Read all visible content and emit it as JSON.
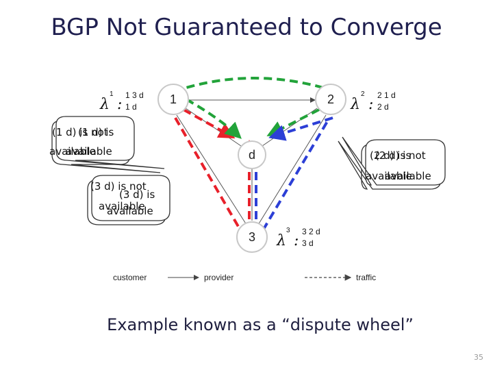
{
  "title": "BGP Not Guaranteed to Converge",
  "caption": "Example known as a “dispute wheel”",
  "page_number": "35",
  "nodes": {
    "n1": "1",
    "n2": "2",
    "n3": "3",
    "d": "d"
  },
  "preferences": {
    "l1": {
      "symbol": "λ",
      "sup": "1",
      "colon": ":",
      "first": "1 3 d",
      "second": "1 d"
    },
    "l2": {
      "symbol": "λ",
      "sup": "2",
      "colon": ":",
      "first": "2 1 d",
      "second": "2 d"
    },
    "l3": {
      "symbol": "λ",
      "sup": "3",
      "colon": ":",
      "first": "3 2 d",
      "second": "3 d"
    }
  },
  "legend": {
    "customer": "customer",
    "provider": "provider",
    "traffic": "traffic"
  },
  "bubbles": {
    "b1": {
      "back_line1": "(1 d) is not",
      "back_line2": "available",
      "front_line1": "(1 d) is",
      "front_line2": "available"
    },
    "b2": {
      "back_line1": "(2 d) is not",
      "back_line2": "available",
      "front_line1": "(2 d) is",
      "front_line2": "available"
    },
    "b3": {
      "back_line1": "(3 d) is not",
      "back_line2": "available",
      "front_line1": "(3 d) is",
      "front_line2": "available"
    }
  },
  "colors": {
    "red": "#e8202a",
    "green": "#22a33a",
    "blue": "#2c3fd6",
    "edge": "#555555"
  }
}
